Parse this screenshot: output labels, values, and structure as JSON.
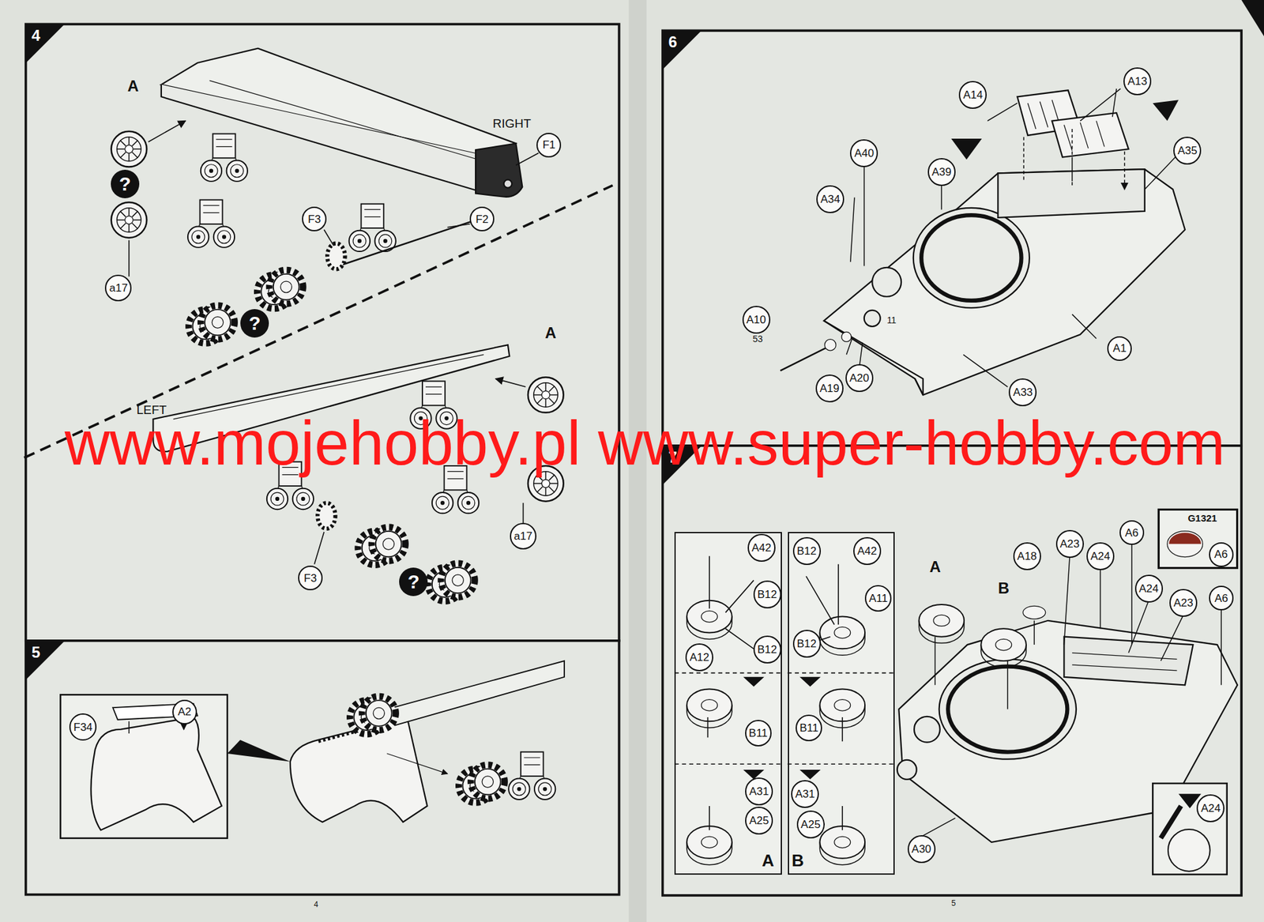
{
  "diagram": {
    "nodes": [
      {
        "text": [
          "4"
        ]
      },
      {
        "text": [
          "F1"
        ]
      },
      {
        "text": [
          "F2"
        ]
      },
      {
        "text": [
          "F3"
        ]
      },
      {
        "text": [
          "?"
        ]
      },
      {
        "text": [
          "?"
        ]
      },
      {
        "text": [
          "a17"
        ]
      },
      {
        "text": [
          "a17"
        ]
      },
      {
        "text": [
          "F3"
        ]
      },
      {
        "text": [
          "?"
        ]
      },
      {
        "text": [
          "5"
        ]
      },
      {
        "text": [
          "F34"
        ]
      },
      {
        "text": [
          "A2"
        ]
      },
      {
        "text": [
          "6"
        ]
      },
      {
        "text": [
          "A14"
        ]
      },
      {
        "text": [
          "A13"
        ]
      },
      {
        "text": [
          "A35"
        ]
      },
      {
        "text": [
          "A40"
        ]
      },
      {
        "text": [
          "A39"
        ]
      },
      {
        "text": [
          "A34"
        ]
      },
      {
        "text": [
          "A10"
        ]
      },
      {
        "text": [
          "A1"
        ]
      },
      {
        "text": [
          "A19"
        ]
      },
      {
        "text": [
          "A20"
        ]
      },
      {
        "text": [
          "A33"
        ]
      },
      {
        "text": [
          "7"
        ]
      },
      {
        "text": [
          "A"
        ]
      },
      {
        "text": [
          "A42"
        ],
        "in": 26
      },
      {
        "text": [
          "B12"
        ],
        "in": 26
      },
      {
        "text": [
          "A12"
        ],
        "in": 26
      },
      {
        "text": [
          "B12"
        ],
        "in": 26
      },
      {
        "text": [
          "B11"
        ],
        "in": 26
      },
      {
        "text": [
          "A31"
        ],
        "in": 26
      },
      {
        "text": [
          "A25"
        ],
        "in": 26
      },
      {
        "text": [
          "B"
        ]
      },
      {
        "text": [
          "B12"
        ],
        "in": 34
      },
      {
        "text": [
          "A42"
        ],
        "in": 34
      },
      {
        "text": [
          "A11"
        ],
        "in": 34
      },
      {
        "text": [
          "B12"
        ],
        "in": 34
      },
      {
        "text": [
          "B11"
        ],
        "in": 34
      },
      {
        "text": [
          "A31"
        ],
        "in": 34
      },
      {
        "text": [
          "A25"
        ],
        "in": 34
      },
      {
        "text": [
          "A18"
        ]
      },
      {
        "text": [
          "A23"
        ]
      },
      {
        "text": [
          "A24"
        ]
      },
      {
        "text": [
          "A6"
        ]
      },
      {
        "text": [
          "A24"
        ]
      },
      {
        "text": [
          "A23"
        ]
      },
      {
        "text": [
          "A6"
        ]
      },
      {
        "text": [
          "A30"
        ]
      },
      {
        "text": [
          "G1321"
        ]
      },
      {
        "text": [
          "A6"
        ],
        "in": 50
      },
      {
        "text": [
          "A24"
        ]
      }
    ],
    "labels": [
      "A",
      "RIGHT",
      "LEFT",
      "A",
      "11",
      "53",
      "A",
      "B",
      "www.mojehobby.pl www.super-hobby.com",
      "4",
      "5"
    ]
  }
}
